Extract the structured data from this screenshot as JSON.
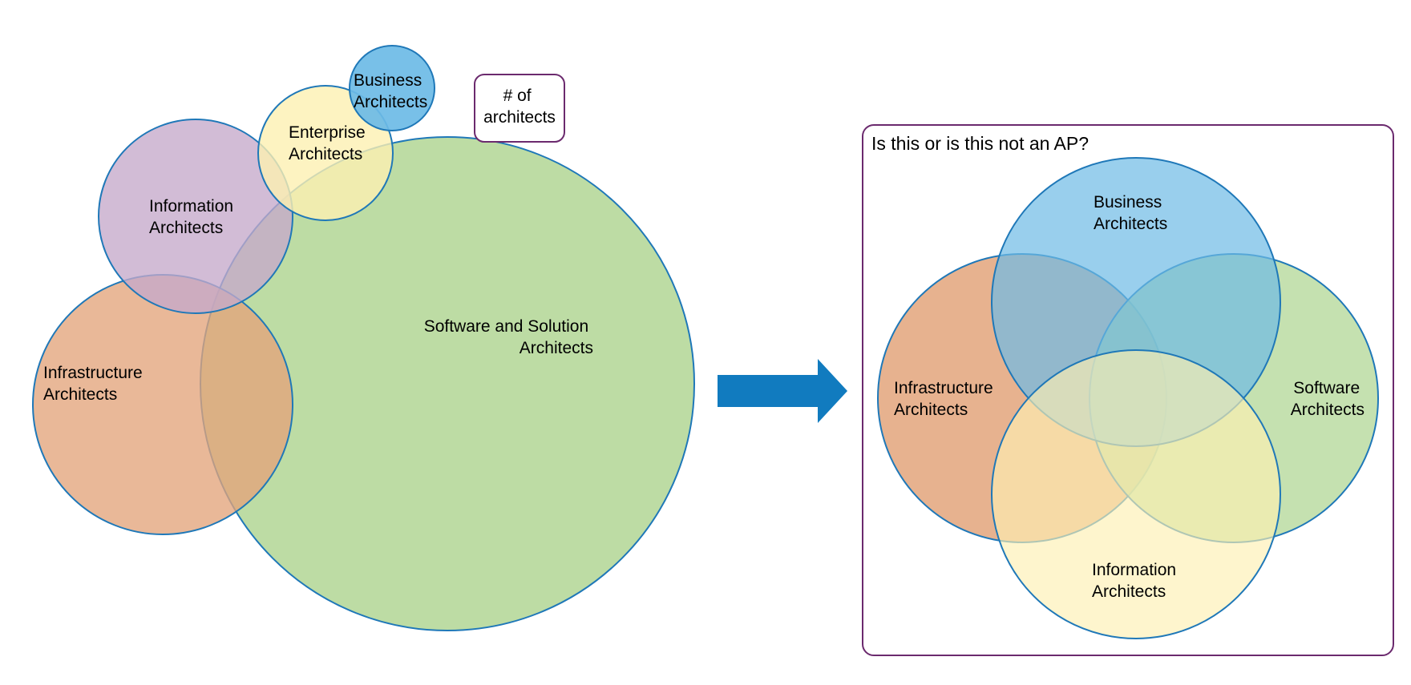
{
  "colors": {
    "stroke": "#1f78b8",
    "frame": "#6b2a6e",
    "arrow": "#117bbf",
    "business": "#6dbbe6",
    "enterprise": "#fdf0b2",
    "information": "#c5a9cb",
    "infrastructure": "#e3a47b",
    "software": "#b7d99c"
  },
  "left_diagram": {
    "business": [
      "Business",
      "Architects"
    ],
    "enterprise": [
      "Enterprise",
      "Architects"
    ],
    "information": [
      "Information",
      "Architects"
    ],
    "infrastructure": [
      "Infrastructure",
      "Architects"
    ],
    "software": [
      "Software and Solution",
      "Architects"
    ],
    "legend": [
      "# of",
      "architects"
    ]
  },
  "right_diagram": {
    "title": "Is this or is this not an AP?",
    "business": [
      "Business",
      "Architects"
    ],
    "infrastructure": [
      "Infrastructure",
      "Architects"
    ],
    "software": [
      "Software",
      "Architects"
    ],
    "information": [
      "Information",
      "Architects"
    ]
  }
}
